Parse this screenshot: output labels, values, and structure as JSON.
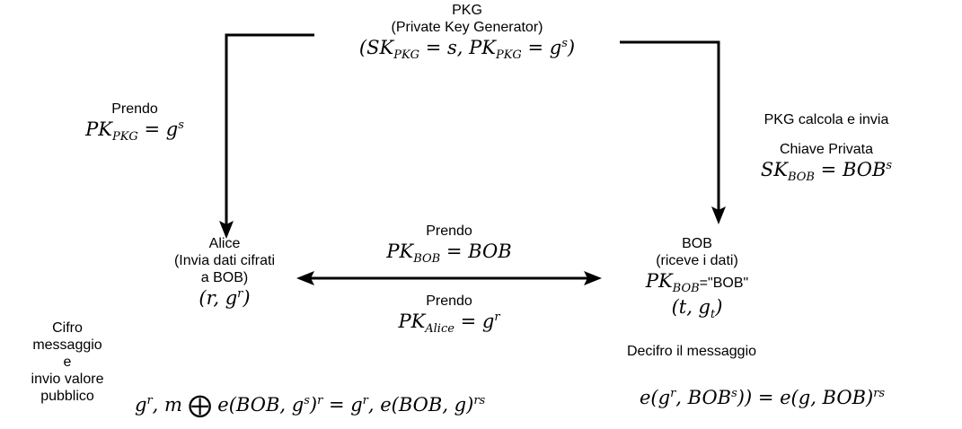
{
  "pkg": {
    "title": "PKG",
    "subtitle": "(Private Key Generator)",
    "formula_lhs1": "SK",
    "formula_sub1": "PKG",
    "formula_rhs1": " = s, ",
    "formula_lhs2": "PK",
    "formula_sub2": "PKG",
    "formula_rhs2": " = g",
    "formula_sup2": "s"
  },
  "left_edge": {
    "label": "Prendo",
    "math_lhs": "PK",
    "math_sub": "PKG",
    "math_rhs": " = g",
    "math_sup": "s"
  },
  "right_edge": {
    "label1": "PKG calcola e invia",
    "label2": "Chiave Privata",
    "math_lhs": "SK",
    "math_sub": "BOB",
    "math_rhs": " = BOB",
    "math_sup": "s"
  },
  "alice": {
    "name": "Alice",
    "line2": "(Invia dati cifrati",
    "line3": "a BOB)",
    "math": "(r, g",
    "math_sup": "r",
    "math_end": ")"
  },
  "bob": {
    "name": "BOB",
    "line2": "(riceve i dati)",
    "math_lhs": "PK",
    "math_sub": "BOB",
    "math_rhs": "=\"BOB\"",
    "math2": "(t, g",
    "math2_sub": "t",
    "math2_end": ")"
  },
  "top_edge": {
    "label": "Prendo",
    "math_lhs": "PK",
    "math_sub": "BOB",
    "math_rhs": " = BOB"
  },
  "bottom_edge": {
    "label": "Prendo",
    "math_lhs": "PK",
    "math_sub": "Alice",
    "math_rhs": " = g",
    "math_sup": "r"
  },
  "encrypt_note": {
    "line1": "Cifro",
    "line2": "messaggio",
    "line3": "e",
    "line4": "invio valore",
    "line5": "pubblico"
  },
  "encrypt_formula": {
    "p1": "g",
    "p1_sup": "r",
    "p2": ", m ",
    "op": "⨁",
    "p3": " e(BOB, g",
    "p3_sup": "s",
    "p4": ")",
    "p4_sup": "r",
    "p5": " = g",
    "p5_sup": "r",
    "p6": ", e(BOB, g)",
    "p6_sup": "rs"
  },
  "decrypt": {
    "label": "Decifro il messaggio",
    "p1": "e(g",
    "p1_sup": "r",
    "p2": ", BOB",
    "p2_sup": "s",
    "p3": ")) = e(g, BOB)",
    "p3_sup": "rs"
  },
  "colors": {
    "stroke": "#000000",
    "background": "#ffffff"
  }
}
